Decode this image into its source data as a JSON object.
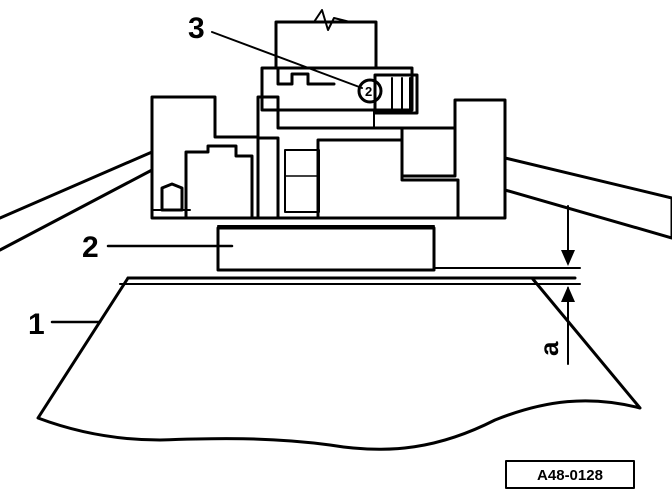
{
  "callouts": {
    "part1": "1",
    "part2": "2",
    "part3": "3"
  },
  "dimension": {
    "label": "a"
  },
  "inner_number": "2",
  "figure_code": "A48-0128",
  "colors": {
    "ink": "#000000",
    "paper": "#ffffff"
  }
}
